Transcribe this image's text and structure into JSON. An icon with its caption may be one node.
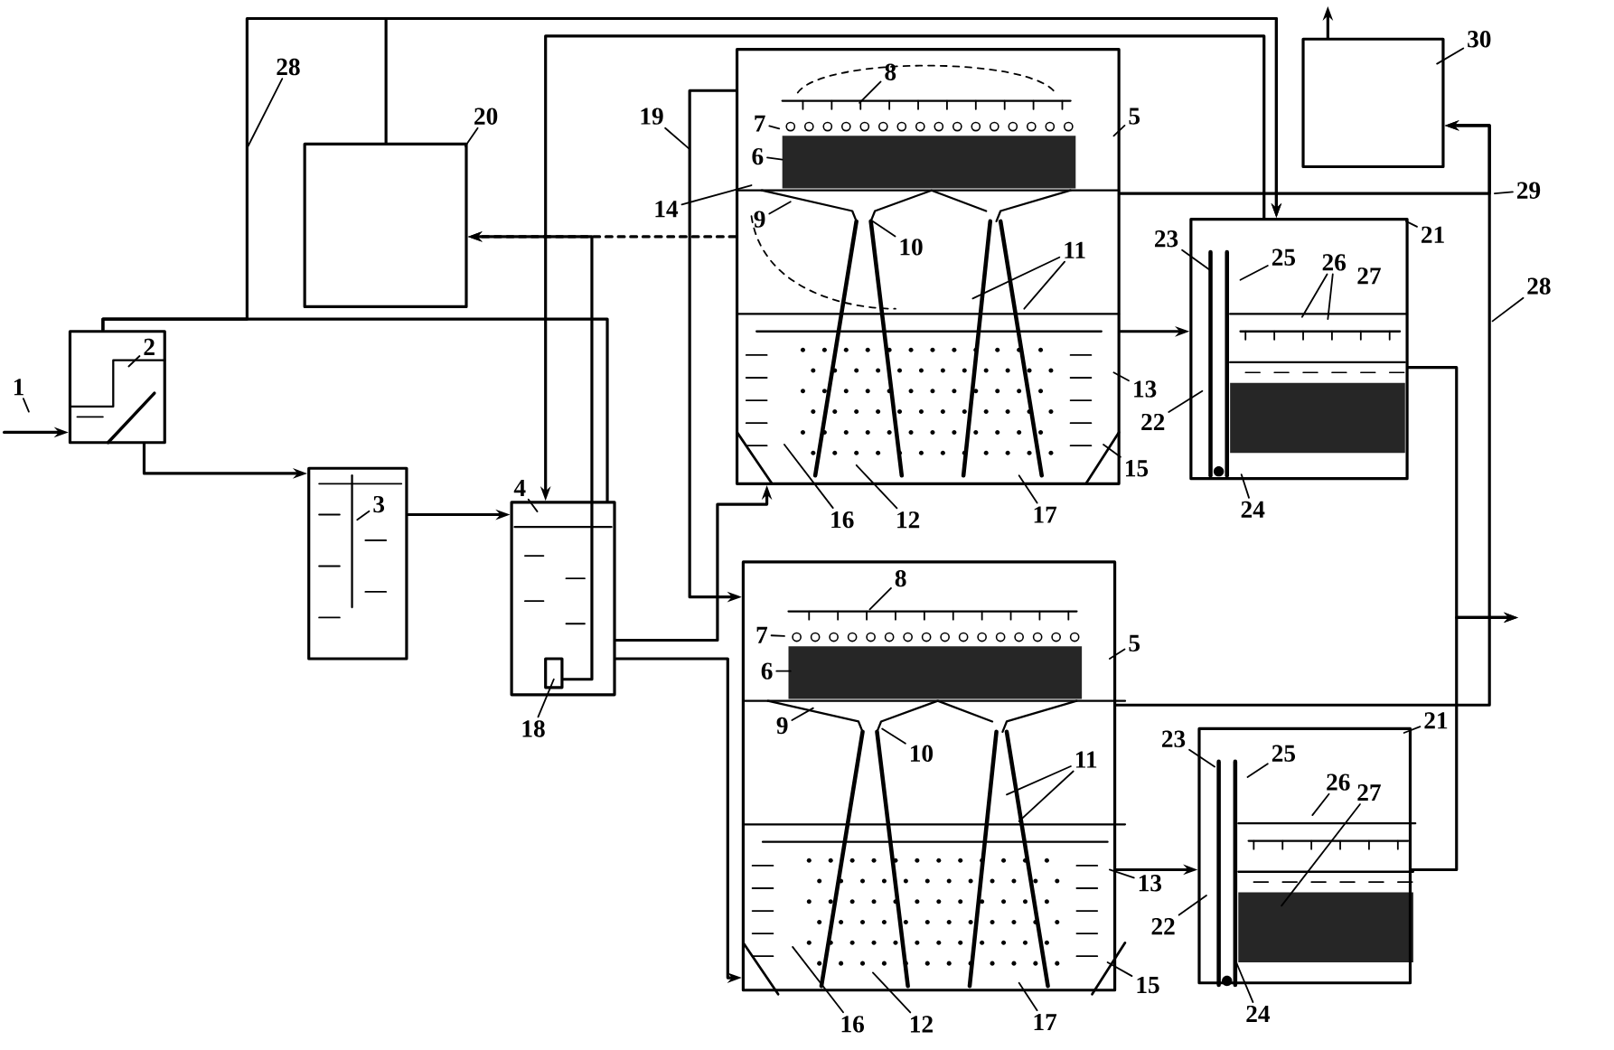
{
  "diagram": {
    "nodes": [
      {
        "text": [],
        "shape": "box"
      },
      {
        "text": [],
        "shape": "box"
      },
      {
        "text": [],
        "shape": "box"
      },
      {
        "text": [],
        "shape": "box"
      },
      {
        "text": [],
        "shape": "box"
      },
      {
        "text": [],
        "shape": "box"
      },
      {
        "text": [],
        "shape": "box"
      },
      {
        "text": [],
        "shape": "box"
      },
      {
        "text": [],
        "shape": "box"
      },
      {
        "text": [
          "1"
        ]
      },
      {
        "text": [
          "2"
        ],
        "in": 0
      },
      {
        "text": [
          "3"
        ],
        "in": 1
      },
      {
        "text": [
          "4"
        ]
      },
      {
        "text": [
          "18"
        ]
      },
      {
        "text": [
          "20"
        ]
      },
      {
        "text": [
          "28"
        ]
      },
      {
        "text": [
          "19"
        ]
      },
      {
        "text": [
          "14"
        ]
      },
      {
        "text": [
          "8"
        ],
        "in": 4
      },
      {
        "text": [
          "7"
        ],
        "in": 4
      },
      {
        "text": [
          "6"
        ],
        "in": 4
      },
      {
        "text": [
          "5"
        ]
      },
      {
        "text": [
          "9"
        ],
        "in": 4
      },
      {
        "text": [
          "10"
        ],
        "in": 4
      },
      {
        "text": [
          "11"
        ],
        "in": 4
      },
      {
        "text": [
          "13"
        ]
      },
      {
        "text": [
          "15"
        ]
      },
      {
        "text": [
          "16"
        ]
      },
      {
        "text": [
          "12"
        ]
      },
      {
        "text": [
          "17"
        ]
      },
      {
        "text": [
          "30"
        ]
      },
      {
        "text": [
          "29"
        ]
      },
      {
        "text": [
          "28"
        ]
      },
      {
        "text": [
          "23"
        ]
      },
      {
        "text": [
          "25"
        ],
        "in": 6
      },
      {
        "text": [
          "26"
        ],
        "in": 6
      },
      {
        "text": [
          "21"
        ]
      },
      {
        "text": [
          "22"
        ]
      },
      {
        "text": [
          "24"
        ]
      },
      {
        "text": [
          "8"
        ],
        "in": 5
      },
      {
        "text": [
          "7"
        ],
        "in": 5
      },
      {
        "text": [
          "6"
        ],
        "in": 5
      },
      {
        "text": [
          "5"
        ]
      },
      {
        "text": [
          "9"
        ],
        "in": 5
      },
      {
        "text": [
          "10"
        ],
        "in": 5
      },
      {
        "text": [
          "11"
        ],
        "in": 5
      },
      {
        "text": [
          "13"
        ]
      },
      {
        "text": [
          "15"
        ]
      },
      {
        "text": [
          "16"
        ]
      },
      {
        "text": [
          "12"
        ]
      },
      {
        "text": [
          "17"
        ]
      },
      {
        "text": [
          "23"
        ]
      },
      {
        "text": [
          "25"
        ],
        "in": 7
      },
      {
        "text": [
          "26"
        ],
        "in": 7
      },
      {
        "text": [
          "27"
        ],
        "in": 7
      },
      {
        "text": [
          "21"
        ]
      },
      {
        "text": [
          "22"
        ]
      },
      {
        "text": [
          "24"
        ]
      },
      {
        "text": [],
        "shape": "box",
        "in": 2
      }
    ],
    "edges": [
      {
        "from": null,
        "to": 0,
        "arrow": "to"
      },
      {
        "from": 0,
        "to": 1,
        "arrow": "to"
      },
      {
        "from": 1,
        "to": 2,
        "arrow": "to"
      },
      {
        "from": 2,
        "to": 4,
        "arrow": "to"
      },
      {
        "from": 2,
        "to": 5,
        "arrow": "to"
      },
      {
        "from": 4,
        "to": 6,
        "arrow": "to"
      },
      {
        "from": 5,
        "to": 7,
        "arrow": "to"
      },
      {
        "from": 4,
        "to": 3,
        "arrow": "to",
        "style": "dashed"
      },
      {
        "from": 3,
        "to": 6,
        "arrow": "to"
      },
      {
        "from": 0,
        "to": 2,
        "arrow": "none"
      },
      {
        "from": 0,
        "to": 6,
        "arrow": "to"
      },
      {
        "from": 6,
        "to": 2,
        "arrow": "to"
      },
      {
        "from": 4,
        "to": 5,
        "arrow": "to"
      },
      {
        "from": 4,
        "to": 8,
        "arrow": "to"
      },
      {
        "from": 5,
        "to": 8,
        "arrow": "to"
      },
      {
        "from": 6,
        "to": null,
        "arrow": "to"
      },
      {
        "from": 7,
        "to": null,
        "arrow": "to"
      },
      {
        "from": 8,
        "to": null,
        "arrow": "to"
      },
      {
        "from": 9,
        "to": null,
        "arrow": "none"
      },
      {
        "from": 10,
        "to": 0,
        "arrow": "none"
      },
      {
        "from": 11,
        "to": 1,
        "arrow": "none"
      },
      {
        "from": 12,
        "to": 2,
        "arrow": "none"
      },
      {
        "from": 13,
        "to": 58,
        "arrow": "none"
      },
      {
        "from": 14,
        "to": 3,
        "arrow": "none"
      },
      {
        "from": 15,
        "to": null,
        "arrow": "none"
      },
      {
        "from": 16,
        "to": null,
        "arrow": "none"
      },
      {
        "from": 17,
        "to": 4,
        "arrow": "none"
      },
      {
        "from": 18,
        "to": 4,
        "arrow": "none"
      },
      {
        "from": 19,
        "to": 4,
        "arrow": "none"
      },
      {
        "from": 20,
        "to": 4,
        "arrow": "none"
      },
      {
        "from": 21,
        "to": 4,
        "arrow": "none"
      },
      {
        "from": 22,
        "to": 4,
        "arrow": "none"
      },
      {
        "from": 23,
        "to": 4,
        "arrow": "none"
      },
      {
        "from": 24,
        "to": 4,
        "arrow": "none"
      },
      {
        "from": 24,
        "to": 4,
        "arrow": "none"
      },
      {
        "from": 25,
        "to": 4,
        "arrow": "none"
      },
      {
        "from": 26,
        "to": 4,
        "arrow": "none"
      },
      {
        "from": 27,
        "to": 4,
        "arrow": "none"
      },
      {
        "from": 28,
        "to": 4,
        "arrow": "none"
      },
      {
        "from": 29,
        "to": 4,
        "arrow": "none"
      },
      {
        "from": 30,
        "to": 8,
        "arrow": "none"
      },
      {
        "from": 31,
        "to": null,
        "arrow": "none"
      },
      {
        "from": 32,
        "to": null,
        "arrow": "none"
      },
      {
        "from": 33,
        "to": 6,
        "arrow": "none"
      },
      {
        "from": 34,
        "to": 6,
        "arrow": "none"
      },
      {
        "from": 35,
        "to": 6,
        "arrow": "none"
      },
      {
        "from": 35,
        "to": 6,
        "arrow": "none"
      },
      {
        "from": 36,
        "to": 6,
        "arrow": "none"
      },
      {
        "from": 37,
        "to": 6,
        "arrow": "none"
      },
      {
        "from": 38,
        "to": 6,
        "arrow": "none"
      },
      {
        "from": 39,
        "to": 5,
        "arrow": "none"
      },
      {
        "from": 40,
        "to": 5,
        "arrow": "none"
      },
      {
        "from": 41,
        "to": 5,
        "arrow": "none"
      },
      {
        "from": 42,
        "to": 5,
        "arrow": "none"
      },
      {
        "from": 43,
        "to": 5,
        "arrow": "none"
      },
      {
        "from": 44,
        "to": 5,
        "arrow": "none"
      },
      {
        "from": 45,
        "to": 5,
        "arrow": "none"
      },
      {
        "from": 45,
        "to": 5,
        "arrow": "none"
      },
      {
        "from": 46,
        "to": 5,
        "arrow": "none"
      },
      {
        "from": 47,
        "to": 5,
        "arrow": "none"
      },
      {
        "from": 48,
        "to": 5,
        "arrow": "none"
      },
      {
        "from": 49,
        "to": 5,
        "arrow": "none"
      },
      {
        "from": 50,
        "to": 5,
        "arrow": "none"
      },
      {
        "from": 51,
        "to": 7,
        "arrow": "none"
      },
      {
        "from": 52,
        "to": 7,
        "arrow": "none"
      },
      {
        "from": 53,
        "to": 7,
        "arrow": "none"
      },
      {
        "from": 54,
        "to": 7,
        "arrow": "none"
      },
      {
        "from": 55,
        "to": 7,
        "arrow": "none"
      },
      {
        "from": 56,
        "to": 7,
        "arrow": "none"
      },
      {
        "from": 57,
        "to": 7,
        "arrow": "none"
      },
      {
        "from": 58,
        "to": 3,
        "arrow": "to"
      }
    ],
    "labels": [
      "27"
    ]
  }
}
